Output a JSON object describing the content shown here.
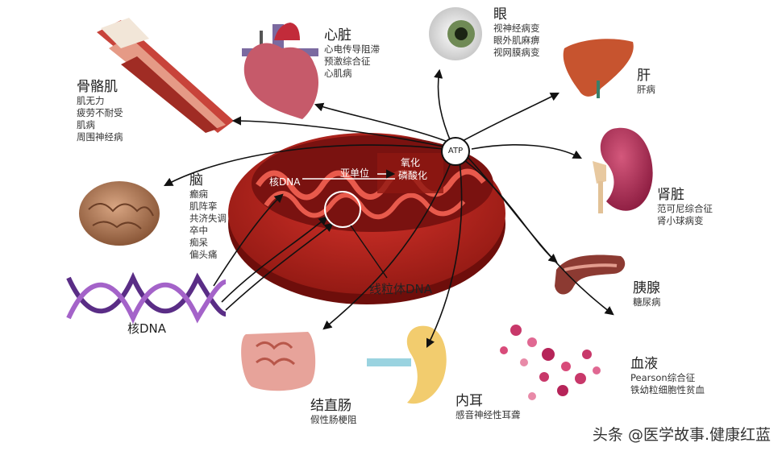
{
  "organs": {
    "skeletal_muscle": {
      "title": "骨骼肌",
      "items": [
        "肌无力",
        "疲劳不耐受",
        "肌病",
        "周围神经病"
      ]
    },
    "heart": {
      "title": "心脏",
      "items": [
        "心电传导阻滞",
        "预激综合征",
        "心肌病"
      ]
    },
    "eye": {
      "title": "眼",
      "items": [
        "视神经病变",
        "眼外肌麻痹",
        "视网膜病变"
      ]
    },
    "liver": {
      "title": "肝",
      "items": [
        "肝病"
      ]
    },
    "kidney": {
      "title": "肾脏",
      "items": [
        "范可尼综合征",
        "肾小球病变"
      ]
    },
    "brain": {
      "title": "脑",
      "items": [
        "癫痫",
        "肌阵挛",
        "共济失调",
        "卒中",
        "痴呆",
        "偏头痛"
      ]
    },
    "pancreas": {
      "title": "胰腺",
      "items": [
        "糖尿病"
      ]
    },
    "blood": {
      "title": "血液",
      "items": [
        "Pearson综合征",
        "铁幼粒细胞性贫血"
      ]
    },
    "inner_ear": {
      "title": "内耳",
      "items": [
        "感音神经性耳聋"
      ]
    },
    "colon": {
      "title": "结直肠",
      "items": [
        "假性肠梗阻"
      ]
    }
  },
  "mito": {
    "nuclear_dna": "核DNA",
    "subunit": "亚单位",
    "oxphos_line1": "氧化",
    "oxphos_line2": "磷酸化",
    "mtdna": "线粒体DNA",
    "atp": "ATP"
  },
  "dna_label": "核DNA",
  "watermark": "头条 @医学故事.健康红蓝",
  "colors": {
    "mito": "#b3211d",
    "mito_dark": "#7a1210",
    "arrow": "#111111"
  }
}
